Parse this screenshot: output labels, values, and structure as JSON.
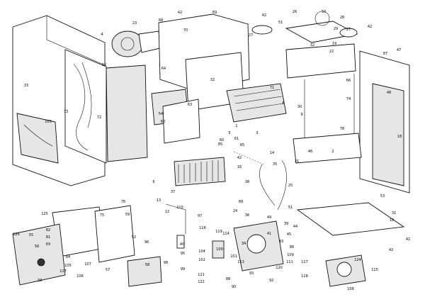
{
  "diagram": {
    "labels": [
      {
        "id": "c33a",
        "text": "33"
      },
      {
        "id": "c103",
        "text": "103"
      },
      {
        "id": "c15",
        "text": "15"
      },
      {
        "id": "c72",
        "text": "72"
      },
      {
        "id": "c73",
        "text": "73"
      },
      {
        "id": "c4",
        "text": "4"
      },
      {
        "id": "c23",
        "text": "23"
      },
      {
        "id": "c68",
        "text": "68"
      },
      {
        "id": "c42a",
        "text": "42"
      },
      {
        "id": "c70",
        "text": "70"
      },
      {
        "id": "c69",
        "text": "69"
      },
      {
        "id": "c64",
        "text": "64"
      },
      {
        "id": "c42b",
        "text": "42"
      },
      {
        "id": "c27a",
        "text": "27"
      },
      {
        "id": "c26",
        "text": "26"
      },
      {
        "id": "c50",
        "text": "50"
      },
      {
        "id": "c28",
        "text": "28"
      },
      {
        "id": "c51",
        "text": "51"
      },
      {
        "id": "c29",
        "text": "29"
      },
      {
        "id": "c27b",
        "text": "27"
      },
      {
        "id": "c42c",
        "text": "42"
      },
      {
        "id": "c32a",
        "text": "32"
      },
      {
        "id": "c19",
        "text": "19"
      },
      {
        "id": "c22",
        "text": "22"
      },
      {
        "id": "c87",
        "text": "87"
      },
      {
        "id": "c47",
        "text": "47"
      },
      {
        "id": "c66",
        "text": "66"
      },
      {
        "id": "c74",
        "text": "74"
      },
      {
        "id": "c48",
        "text": "48"
      },
      {
        "id": "c18",
        "text": "18"
      },
      {
        "id": "c71",
        "text": "71"
      },
      {
        "id": "c8",
        "text": "8"
      },
      {
        "id": "c30",
        "text": "30"
      },
      {
        "id": "c9",
        "text": "9"
      },
      {
        "id": "c78",
        "text": "78"
      },
      {
        "id": "c3",
        "text": "3"
      },
      {
        "id": "c65",
        "text": "65"
      },
      {
        "id": "c54",
        "text": "54"
      },
      {
        "id": "c62",
        "text": "62"
      },
      {
        "id": "c63",
        "text": "63"
      },
      {
        "id": "c2",
        "text": "2"
      },
      {
        "id": "c46",
        "text": "46"
      },
      {
        "id": "c42d",
        "text": "42"
      },
      {
        "id": "c16",
        "text": "16"
      },
      {
        "id": "c21",
        "text": "21"
      },
      {
        "id": "c25",
        "text": "25"
      },
      {
        "id": "c35",
        "text": "35"
      },
      {
        "id": "c14",
        "text": "14"
      },
      {
        "id": "c60",
        "text": "60"
      },
      {
        "id": "c5",
        "text": "5"
      },
      {
        "id": "c61",
        "text": "61"
      },
      {
        "id": "c1",
        "text": "1"
      },
      {
        "id": "c85",
        "text": "85"
      },
      {
        "id": "c38",
        "text": "38"
      },
      {
        "id": "c37",
        "text": "37"
      },
      {
        "id": "c6",
        "text": "6"
      },
      {
        "id": "c13",
        "text": "13"
      },
      {
        "id": "c12",
        "text": "12"
      },
      {
        "id": "c31",
        "text": "31"
      },
      {
        "id": "c53",
        "text": "53"
      },
      {
        "id": "c125",
        "text": "125"
      },
      {
        "id": "c110",
        "text": "110"
      },
      {
        "id": "c97",
        "text": "97"
      },
      {
        "id": "c89",
        "text": "89"
      },
      {
        "id": "c116",
        "text": "116"
      },
      {
        "id": "c119",
        "text": "119"
      },
      {
        "id": "c82",
        "text": "82"
      },
      {
        "id": "c81",
        "text": "81"
      },
      {
        "id": "c83",
        "text": "83"
      },
      {
        "id": "c84",
        "text": "84"
      },
      {
        "id": "c126",
        "text": "126"
      },
      {
        "id": "c75",
        "text": "75"
      },
      {
        "id": "c76",
        "text": "76"
      },
      {
        "id": "c96",
        "text": "96"
      },
      {
        "id": "c40",
        "text": "40"
      },
      {
        "id": "c95",
        "text": "95"
      },
      {
        "id": "c98",
        "text": "98"
      },
      {
        "id": "c99",
        "text": "99"
      },
      {
        "id": "c57",
        "text": "57"
      },
      {
        "id": "c58",
        "text": "58"
      },
      {
        "id": "c104",
        "text": "104"
      },
      {
        "id": "c102",
        "text": "102"
      },
      {
        "id": "c100",
        "text": "100"
      },
      {
        "id": "c101",
        "text": "101"
      },
      {
        "id": "c121",
        "text": "121"
      },
      {
        "id": "c122",
        "text": "122"
      },
      {
        "id": "c88",
        "text": "88"
      },
      {
        "id": "c90",
        "text": "90"
      },
      {
        "id": "c114",
        "text": "114"
      },
      {
        "id": "c113",
        "text": "113"
      },
      {
        "id": "c93",
        "text": "93"
      },
      {
        "id": "c92",
        "text": "92"
      },
      {
        "id": "c120",
        "text": "120"
      },
      {
        "id": "c111",
        "text": "111"
      },
      {
        "id": "c109",
        "text": "109"
      },
      {
        "id": "c86",
        "text": "86"
      },
      {
        "id": "c117",
        "text": "117"
      },
      {
        "id": "c118",
        "text": "118"
      },
      {
        "id": "c124",
        "text": "124"
      },
      {
        "id": "c108",
        "text": "108"
      },
      {
        "id": "c115",
        "text": "115"
      },
      {
        "id": "c127",
        "text": "127"
      },
      {
        "id": "c105",
        "text": "105"
      },
      {
        "id": "c106",
        "text": "106"
      },
      {
        "id": "c107",
        "text": "107"
      },
      {
        "id": "c55",
        "text": "55"
      },
      {
        "id": "c56",
        "text": "56"
      },
      {
        "id": "c59",
        "text": "59"
      },
      {
        "id": "c52",
        "text": "52"
      },
      {
        "id": "c34",
        "text": "34"
      },
      {
        "id": "c36",
        "text": "36"
      },
      {
        "id": "c24",
        "text": "24"
      },
      {
        "id": "c39",
        "text": "39"
      },
      {
        "id": "c41",
        "text": "41"
      },
      {
        "id": "c43",
        "text": "43"
      },
      {
        "id": "c44",
        "text": "44"
      },
      {
        "id": "c45",
        "text": "45"
      },
      {
        "id": "c49",
        "text": "49"
      },
      {
        "id": "c32b",
        "text": "32"
      },
      {
        "id": "c33b",
        "text": "33"
      },
      {
        "id": "c42e",
        "text": "42"
      },
      {
        "id": "c42f",
        "text": "42"
      },
      {
        "id": "c18b",
        "text": "18"
      },
      {
        "id": "c51b",
        "text": "51"
      }
    ]
  }
}
